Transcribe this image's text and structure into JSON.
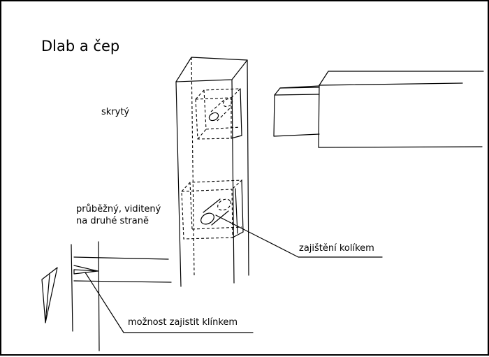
{
  "title": "Dlab a čep",
  "labels": {
    "hidden": "skrytý",
    "through_line1": "průběžný, viditený",
    "through_line2": "na druhé straně",
    "pin": "zajištění kolíkem",
    "wedge": "možnost zajistit klínkem"
  }
}
